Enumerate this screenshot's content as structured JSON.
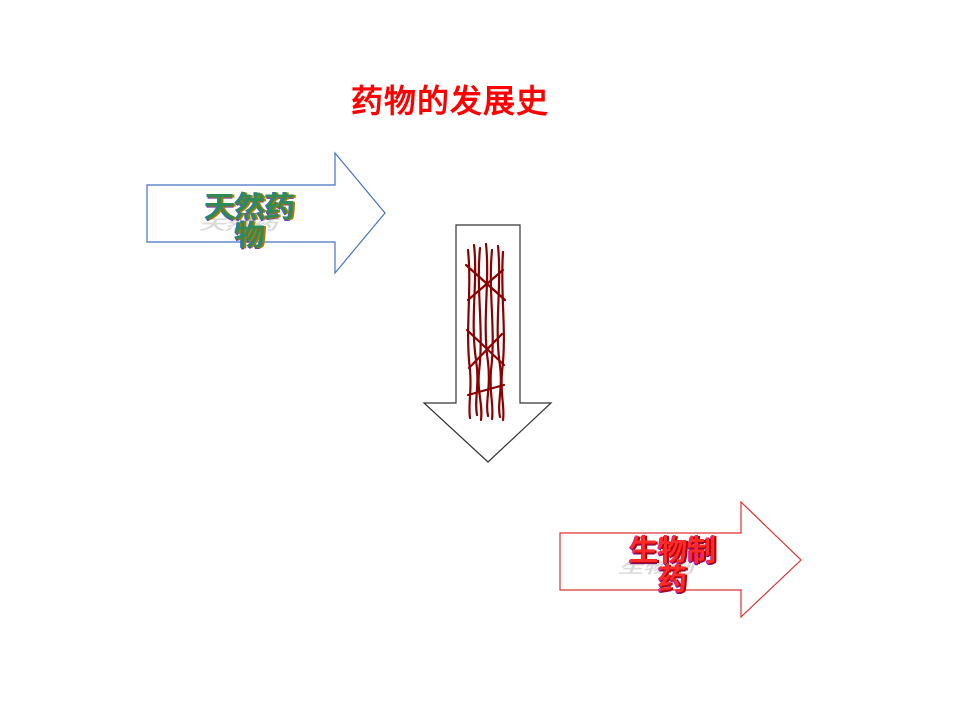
{
  "slide": {
    "title": "药物的发展史"
  },
  "arrow_natural": {
    "line1": "天然药",
    "line2": "物",
    "border_color": "#4472c4"
  },
  "arrow_down": {
    "border_color": "#333333",
    "scribble_color": "#8b0000"
  },
  "arrow_bio": {
    "line1": "生物制",
    "line2": "药",
    "border_color": "#e03030"
  }
}
